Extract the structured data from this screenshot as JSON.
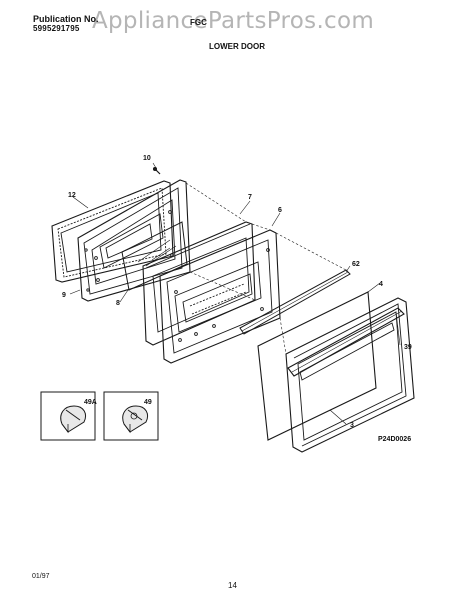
{
  "header": {
    "publication_label": "Publication No.",
    "publication_number": "5995291795",
    "model": "FGC",
    "section_title": "LOWER DOOR"
  },
  "watermark": "AppliancePartsPros.com",
  "callouts": {
    "c10": "10",
    "c12": "12",
    "c7": "7",
    "c6": "6",
    "c9": "9",
    "c8": "8",
    "c62": "62",
    "c4": "4",
    "c39": "39",
    "c3": "3",
    "c49a": "49A",
    "c49": "49"
  },
  "figure_code": "P24D0026",
  "footer": {
    "date": "01/97",
    "page": "14"
  }
}
